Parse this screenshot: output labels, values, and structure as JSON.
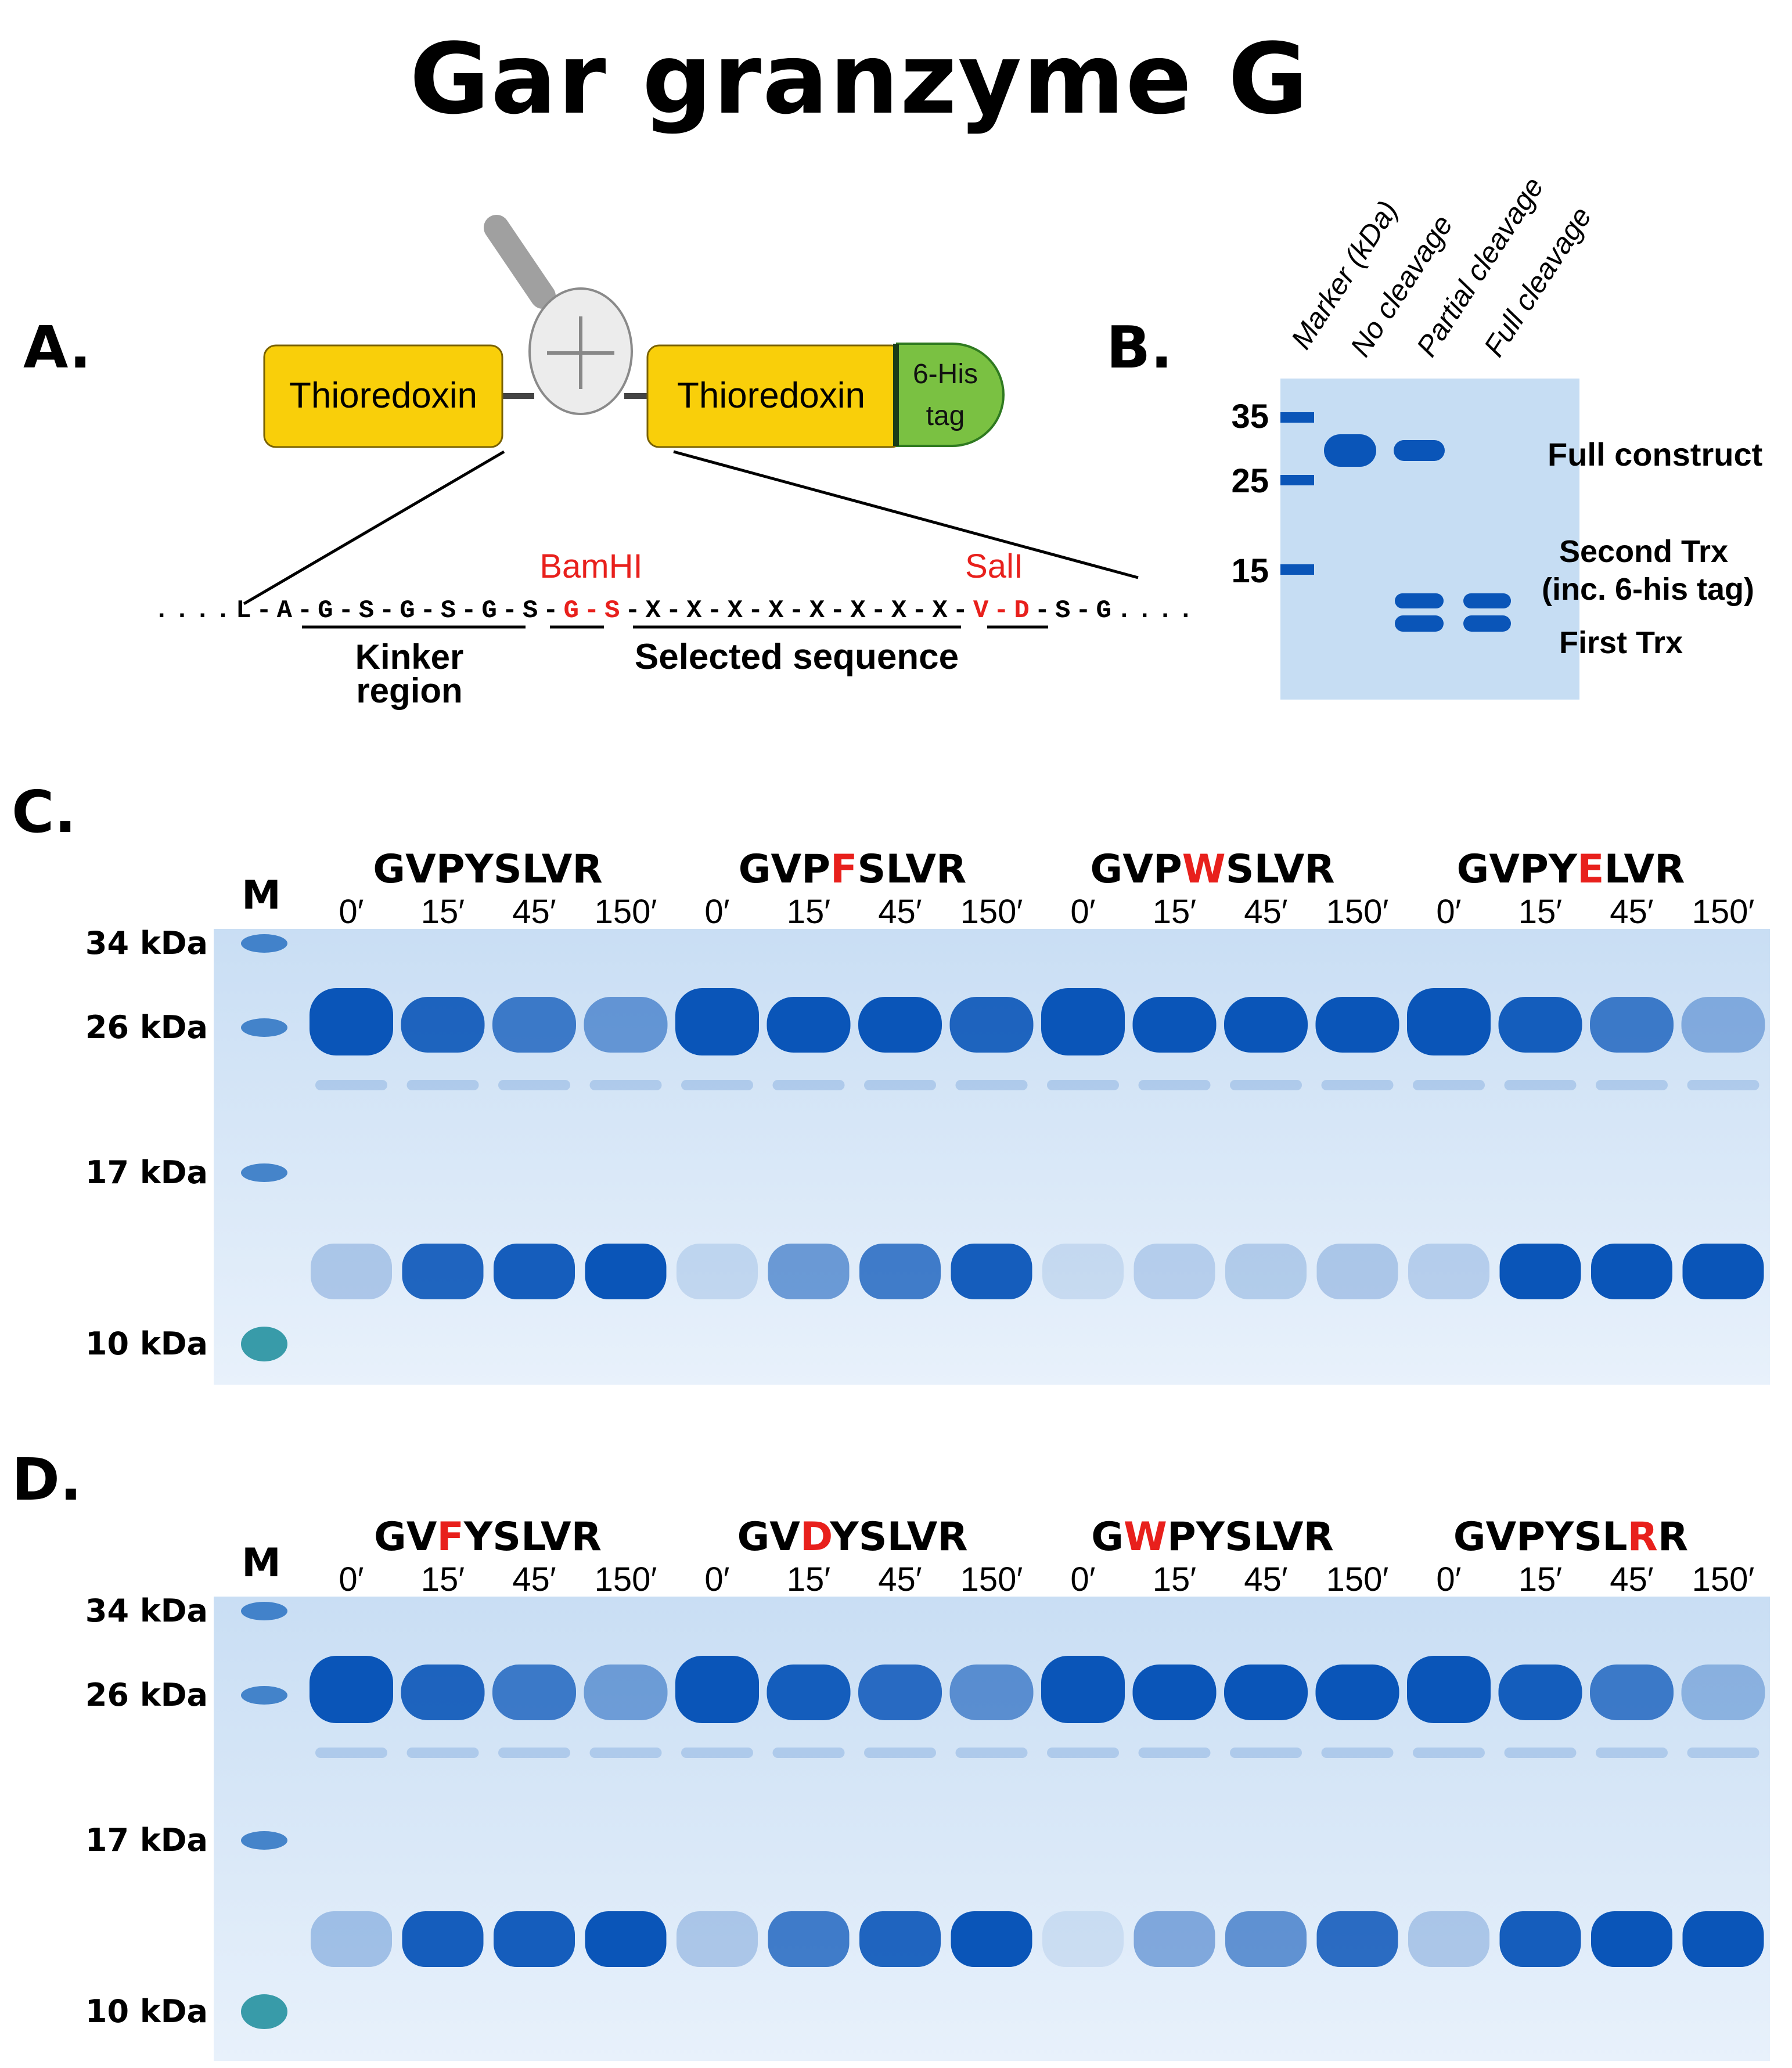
{
  "title": "Gar granzyme G",
  "panels": {
    "A": {
      "letter": "A.",
      "domain_left": "Thioredoxin",
      "domain_right": "Thioredoxin",
      "tag_line1": "6-His",
      "tag_line2": "tag",
      "bamhi": "BamHI",
      "sali": "SalI",
      "seq_dots_left": "....",
      "seq_black_1": "L-A-G-S-G-S-G-S-",
      "seq_red_1": "G-S",
      "seq_black_2": "-X-X-X-X-X-X-X-X-",
      "seq_red_2": "V-D",
      "seq_black_3": "-S-G",
      "seq_dots_right": "....",
      "kinker_line1": "Kinker",
      "kinker_line2": "region",
      "selected_label": "Selected sequence"
    },
    "B": {
      "letter": "B.",
      "lane_labels": [
        "Marker (kDa)",
        "No cleavage",
        "Partial cleavage",
        "Full cleavage"
      ],
      "marker_labels": [
        "35",
        "25",
        "15"
      ],
      "band_labels": {
        "full": "Full construct",
        "second_line1": "Second Trx",
        "second_line2": "(inc. 6-his tag)",
        "first": "First Trx"
      }
    },
    "C": {
      "letter": "C.",
      "lane_m": "M",
      "mw_labels": [
        "34 kDa",
        "26 kDa",
        "17 kDa",
        "10 kDa"
      ],
      "groups": [
        {
          "pre": "GVPYSLVR",
          "red": "",
          "post": ""
        },
        {
          "pre": "GVP",
          "red": "F",
          "post": "SLVR"
        },
        {
          "pre": "GVP",
          "red": "W",
          "post": "SLVR"
        },
        {
          "pre": "GVPY",
          "red": "E",
          "post": "LVR"
        }
      ],
      "times": [
        "0′",
        "15′",
        "45′",
        "150′"
      ]
    },
    "D": {
      "letter": "D.",
      "lane_m": "M",
      "mw_labels": [
        "34 kDa",
        "26 kDa",
        "17 kDa",
        "10 kDa"
      ],
      "groups": [
        {
          "pre": "GV",
          "red": "F",
          "post": "YSLVR"
        },
        {
          "pre": "GV",
          "red": "D",
          "post": "YSLVR"
        },
        {
          "pre": "G",
          "red": "W",
          "post": "PYSLVR"
        },
        {
          "pre": "GVPYSL",
          "red": "R",
          "post": "R"
        }
      ],
      "times": [
        "0′",
        "15′",
        "45′",
        "150′"
      ]
    }
  },
  "colors": {
    "highlight_red": "#e8201c",
    "thioredoxin_fill": "#f9cf0a",
    "tag_fill": "#7ac142",
    "gel_background": "#c6ddf3",
    "band_blue": "#0a55b8"
  }
}
